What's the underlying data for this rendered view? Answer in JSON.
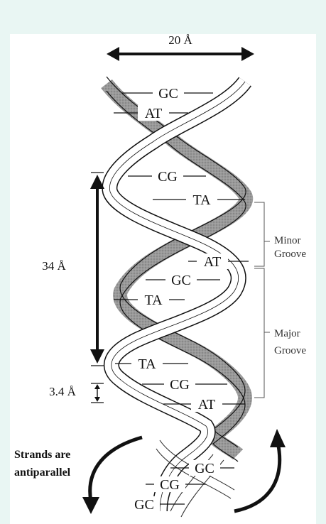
{
  "dimensions": {
    "width_label": "20 Å",
    "pitch_label": "34 Å",
    "rise_label": "3.4 Å"
  },
  "base_pairs": [
    "GC",
    "AT",
    "CG",
    "TA",
    "AT",
    "GC",
    "TA",
    "TA",
    "CG",
    "AT",
    "GC",
    "CG",
    "GC"
  ],
  "grooves": {
    "minor": [
      "Minor",
      "Groove"
    ],
    "major": [
      "Major",
      "Groove"
    ]
  },
  "note": [
    "Strands are",
    "antiparallel"
  ],
  "colors": {
    "background": "#ffffff",
    "frame": "#e9f6f3",
    "strand_shaded": "#8a8a8a",
    "strand_light": "#ffffff",
    "ink": "#111111"
  }
}
